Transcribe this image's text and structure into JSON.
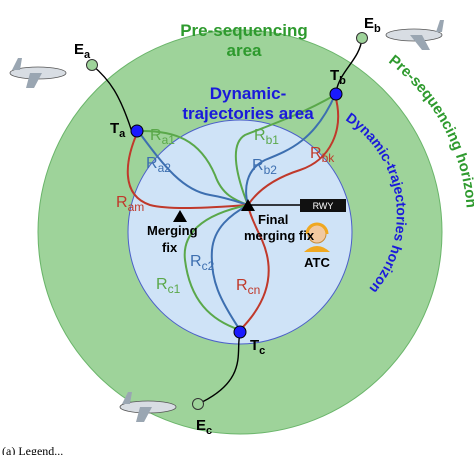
{
  "outer_area": {
    "title_line1": "Pre-sequencing",
    "title_line2": "area",
    "horizon_label": "Pre-sequencing  horizon"
  },
  "inner_area": {
    "title_line1": "Dynamic-",
    "title_line2": "trajectories area",
    "horizon_label": "Dynamic-trajectories horizon"
  },
  "entry_points": [
    {
      "main": "E",
      "sub": "a"
    },
    {
      "main": "E",
      "sub": "b"
    },
    {
      "main": "E",
      "sub": "c"
    }
  ],
  "transition_points": [
    {
      "main": "T",
      "sub": "a"
    },
    {
      "main": "T",
      "sub": "b"
    },
    {
      "main": "T",
      "sub": "c"
    }
  ],
  "routes": [
    {
      "main": "R",
      "sub": "a1",
      "color": "#5aa84a"
    },
    {
      "main": "R",
      "sub": "a2",
      "color": "#3d6fb0"
    },
    {
      "main": "R",
      "sub": "am",
      "color": "#c0392b"
    },
    {
      "main": "R",
      "sub": "b1",
      "color": "#5aa84a"
    },
    {
      "main": "R",
      "sub": "b2",
      "color": "#3d6fb0"
    },
    {
      "main": "R",
      "sub": "bk",
      "color": "#c0392b"
    },
    {
      "main": "R",
      "sub": "c1",
      "color": "#5aa84a"
    },
    {
      "main": "R",
      "sub": "c2",
      "color": "#3d6fb0"
    },
    {
      "main": "R",
      "sub": "cn",
      "color": "#c0392b"
    }
  ],
  "merging_fix": {
    "line1": "Merging",
    "line2": "fix"
  },
  "final_merging_fix": {
    "line1": "Final",
    "line2": "merging fix"
  },
  "runway": "RWY",
  "atc": "ATC",
  "caption_fragment": "(a) Legend..."
}
